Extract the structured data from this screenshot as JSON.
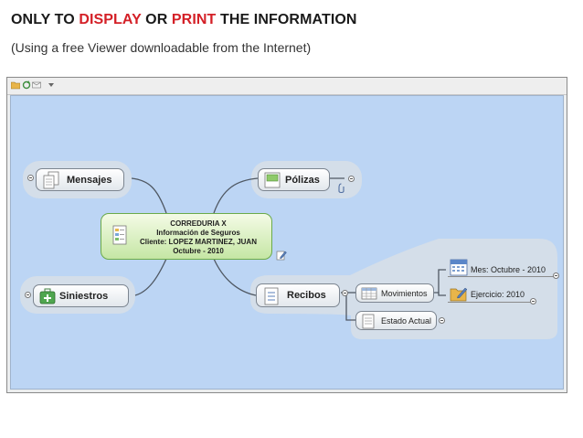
{
  "slide": {
    "title": {
      "part1": "ONLY TO ",
      "display": "DISPLAY",
      "or": " OR ",
      "print": "PRINT",
      "part2": " THE INFORMATION"
    },
    "subtitle": "(Using a free Viewer downloadable from the Internet)"
  },
  "colors": {
    "highlight": "#d42027",
    "canvas": "#bcd5f4",
    "central_fill": "#c5e6a4",
    "bubble": "#d6dee7"
  },
  "toolbar": {
    "icons": [
      "folder-icon",
      "sync-icon",
      "mail-icon",
      "dropdown-arrow-icon"
    ]
  },
  "mindmap": {
    "central": {
      "lines": [
        "CORREDURIA X",
        "Información de Seguros",
        "Cliente: LOPEZ MARTINEZ, JUAN",
        "Octubre - 2010"
      ],
      "icon": "document-tree-icon"
    },
    "topics": {
      "mensajes": {
        "label": "Mensajes",
        "icon": "documents-icon"
      },
      "polizas": {
        "label": "Pólizas",
        "icon": "green-window-icon"
      },
      "siniestros": {
        "label": "Siniestros",
        "icon": "first-aid-kit-icon"
      },
      "recibos": {
        "label": "Recibos",
        "icon": "list-document-icon"
      }
    },
    "subtopics": {
      "movimientos": {
        "label": "Movimientos",
        "icon": "table-icon"
      },
      "estado_actual": {
        "label": "Estado Actual",
        "icon": "text-document-icon"
      },
      "mes": {
        "label": "Mes: Octubre - 2010",
        "icon": "calendar-icon"
      },
      "ejercicio": {
        "label": "Ejercicio: 2010",
        "icon": "folder-pencil-icon"
      }
    }
  }
}
